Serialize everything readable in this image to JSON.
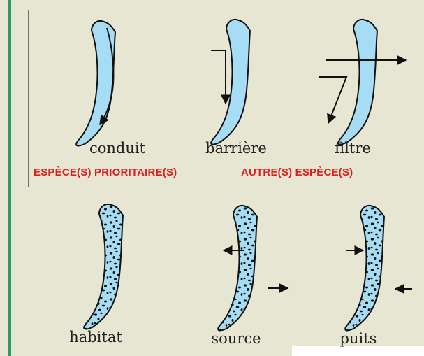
{
  "labels": {
    "conduit": "conduit",
    "barriere": "barrière",
    "filtre": "filtre",
    "habitat": "habitat",
    "source": "source",
    "puits": "puits"
  },
  "captions": {
    "priority": "ESPÈCE(S) PRIORITAIRE(S)",
    "other": "AUTRE(S) ESPÈCE(S)"
  },
  "colors": {
    "background": "#e6e6d3",
    "shape_fill": "#a6dcf4",
    "caption_red": "#e01d1d",
    "accent_green": "#2a9a66"
  }
}
